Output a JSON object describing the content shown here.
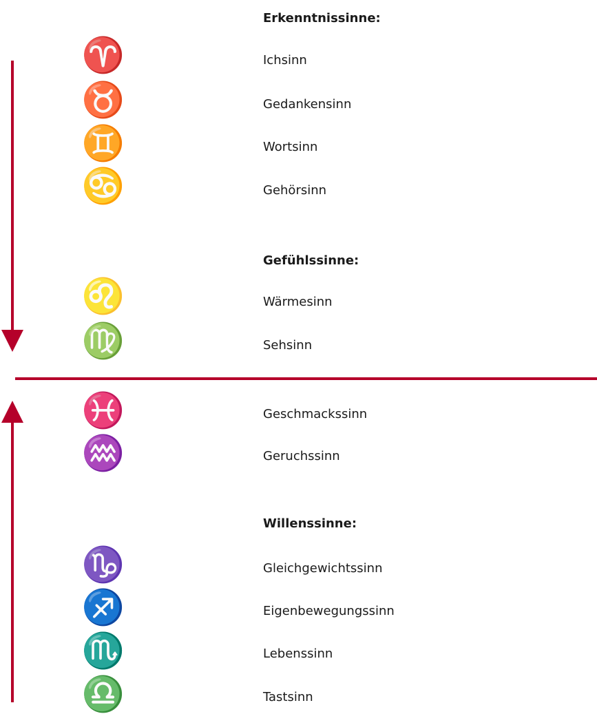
{
  "colors": {
    "accent": "#b5002a",
    "text": "#1a1a1a",
    "symbol": "#000000"
  },
  "groups": {
    "erkenntnis": "Erkenntnissinne:",
    "gefuehl": "Gefühlssinne:",
    "willen": "Willenssinne:"
  },
  "senses": [
    {
      "symbol": "♈",
      "icon": "aries-icon",
      "label": "Ichsinn"
    },
    {
      "symbol": "♉",
      "icon": "taurus-icon",
      "label": "Gedankensinn"
    },
    {
      "symbol": "♊",
      "icon": "gemini-icon",
      "label": "Wortsinn"
    },
    {
      "symbol": "♋",
      "icon": "cancer-icon",
      "label": "Gehörsinn"
    },
    {
      "symbol": "♌",
      "icon": "leo-icon",
      "label": "Wärmesinn"
    },
    {
      "symbol": "♍",
      "icon": "virgo-icon",
      "label": "Sehsinn"
    },
    {
      "symbol": "♓",
      "icon": "pisces-icon",
      "label": "Geschmackssinn"
    },
    {
      "symbol": "♒",
      "icon": "aquarius-icon",
      "label": "Geruchssinn"
    },
    {
      "symbol": "♑",
      "icon": "capricorn-icon",
      "label": "Gleichgewichtssinn"
    },
    {
      "symbol": "♐",
      "icon": "sagittarius-icon",
      "label": "Eigenbewegungssinn"
    },
    {
      "symbol": "♏",
      "icon": "scorpio-icon",
      "label": "Lebenssinn"
    },
    {
      "symbol": "♎",
      "icon": "libra-icon",
      "label": "Tastsinn"
    }
  ]
}
